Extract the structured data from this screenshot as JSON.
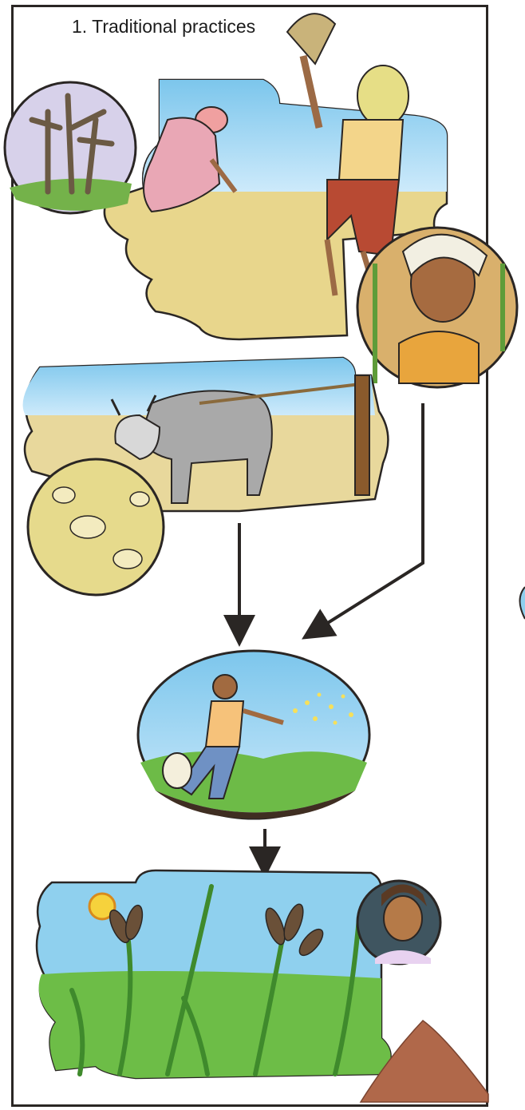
{
  "diagram": {
    "title": "1. Traditional practices"
  },
  "scenes": [
    {
      "name": "harvesting-panel",
      "depicts": "two farmers harvesting and threshing millet in a dry field"
    },
    {
      "name": "ploughing-panel",
      "depicts": "bullock ploughing dry soil"
    },
    {
      "name": "broadcasting-panel",
      "depicts": "farmer broadcasting seed by hand"
    },
    {
      "name": "crop-growth-panel",
      "depicts": "finger millet crop growing in the field"
    }
  ],
  "colors": {
    "outline": "#2a2624",
    "sky": "#8fd0ee",
    "soil_dry": "#e7d58a",
    "soil_dark": "#4a3a2a",
    "grass": "#5fae3b",
    "skin": "#b9855a",
    "arrow": "#2a2624"
  }
}
